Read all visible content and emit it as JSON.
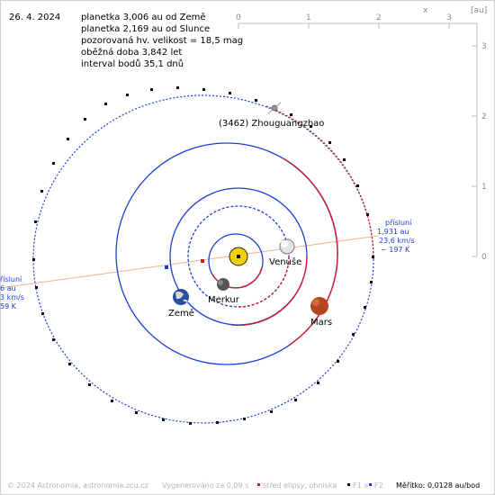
{
  "date": "26. 4. 2024",
  "info": {
    "line1": "planetka 3,006 au od Země",
    "line2": "planetka 2,169 au od Slunce",
    "line3": "pozorovaná hv. velikost = 18,5 mag",
    "line4": "oběžná doba 3,842 let",
    "line5": "interval bodů 35,1 dnů"
  },
  "axes": {
    "x_label": "x",
    "unit_label": "[au]",
    "x_ticks": [
      "0",
      "1",
      "2",
      "3"
    ],
    "y_ticks": [
      "3",
      "2",
      "1",
      "0"
    ]
  },
  "asteroid_name": "(3462) Zhouguangzhao",
  "perihelion": {
    "title": "přísluní",
    "distance": "1,931 au",
    "speed": "23,6 km/s",
    "temp": "~ 197 K"
  },
  "aphelion_clipped": {
    "title": "řísluní",
    "distance": "6 au",
    "speed": "3 km/s",
    "temp": "59 K"
  },
  "planets": {
    "venus": "Venuše",
    "mercury": "Merkur",
    "earth": "Země",
    "mars": "Mars"
  },
  "footer": {
    "copyright": "© 2024 Astronomia, astronomia.zcu.cz",
    "generated": "Vygenerováno za 0,09 s",
    "legend_center": "střed elipsy, ohniska",
    "legend_f1": "F1 a",
    "legend_f2": "F2",
    "scale": "Měřítko: 0,0128 au/bod"
  },
  "colors": {
    "orbit_blue": "#1a3fd6",
    "orbit_red": "#d61a1a",
    "line_of_apsides": "#f0b48c",
    "sun": "#f5d000"
  }
}
